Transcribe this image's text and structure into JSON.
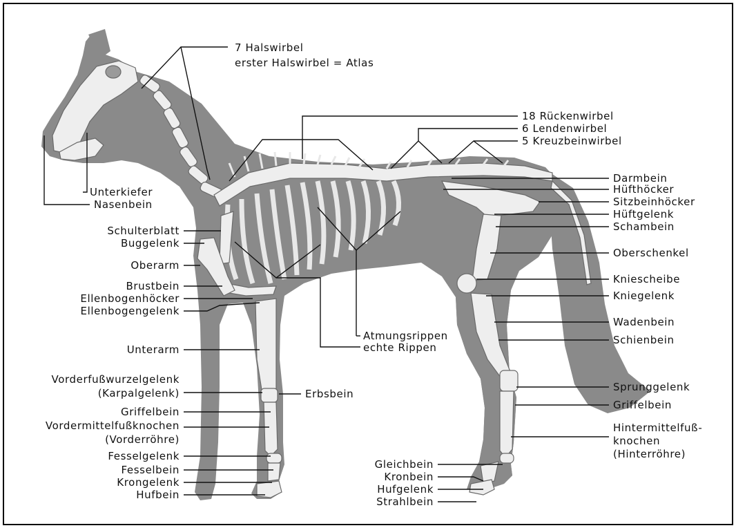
{
  "colors": {
    "silhouette": "#8a8a8a",
    "bone": "#eeeeee",
    "bone_edge": "#6a6a6a",
    "label": "#111111"
  },
  "labels": {
    "halswirbel": "7 Halswirbel",
    "atlas": "erster Halswirbel = Atlas",
    "rueckenwirbel": "18 Rückenwirbel",
    "lendenwirbel": "6 Lendenwirbel",
    "kreuzbeinwirbel": "5 Kreuzbeinwirbel",
    "darmbein": "Darmbein",
    "huefthoecker": "Hüfthöcker",
    "sitzbeinhoecker": "Sitzbeinhöcker",
    "hueftgelenk": "Hüftgelenk",
    "schambein": "Schambein",
    "oberschenkel": "Oberschenkel",
    "kniescheibe": "Kniescheibe",
    "kniegelenk": "Kniegelenk",
    "wadenbein": "Wadenbein",
    "schienbein": "Schienbein",
    "sprunggelenk": "Sprunggelenk",
    "griffelbein_hinten": "Griffelbein",
    "hintermittelfuss_1": "Hintermittelfuß-",
    "hintermittelfuss_2": "knochen",
    "hintermittelfuss_3": "(Hinterröhre)",
    "gleichbein": "Gleichbein",
    "kronbein": "Kronbein",
    "hufgelenk": "Hufgelenk",
    "strahlbein": "Strahlbein",
    "unterkiefer": "Unterkiefer",
    "nasenbein": "Nasenbein",
    "schulterblatt": "Schulterblatt",
    "buggelenk": "Buggelenk",
    "oberarm": "Oberarm",
    "brustbein": "Brustbein",
    "ellenbogenhoecker": "Ellenbogenhöcker",
    "ellenbogengelenk": "Ellenbogengelenk",
    "unterarm": "Unterarm",
    "atmungsrippen": "Atmungsrippen",
    "echte_rippen": "echte Rippen",
    "vorderfusswurzel_1": "Vorderfußwurzelgelenk",
    "vorderfusswurzel_2": "(Karpalgelenk)",
    "erbsbein": "Erbsbein",
    "griffelbein_vorne": "Griffelbein",
    "vordermittelfuss_1": "Vordermittelfußknochen",
    "vordermittelfuss_2": "(Vorderröhre)",
    "fesselgelenk": "Fesselgelenk",
    "fesselbein": "Fesselbein",
    "krongelenk": "Krongelenk",
    "hufbein": "Hufbein"
  }
}
